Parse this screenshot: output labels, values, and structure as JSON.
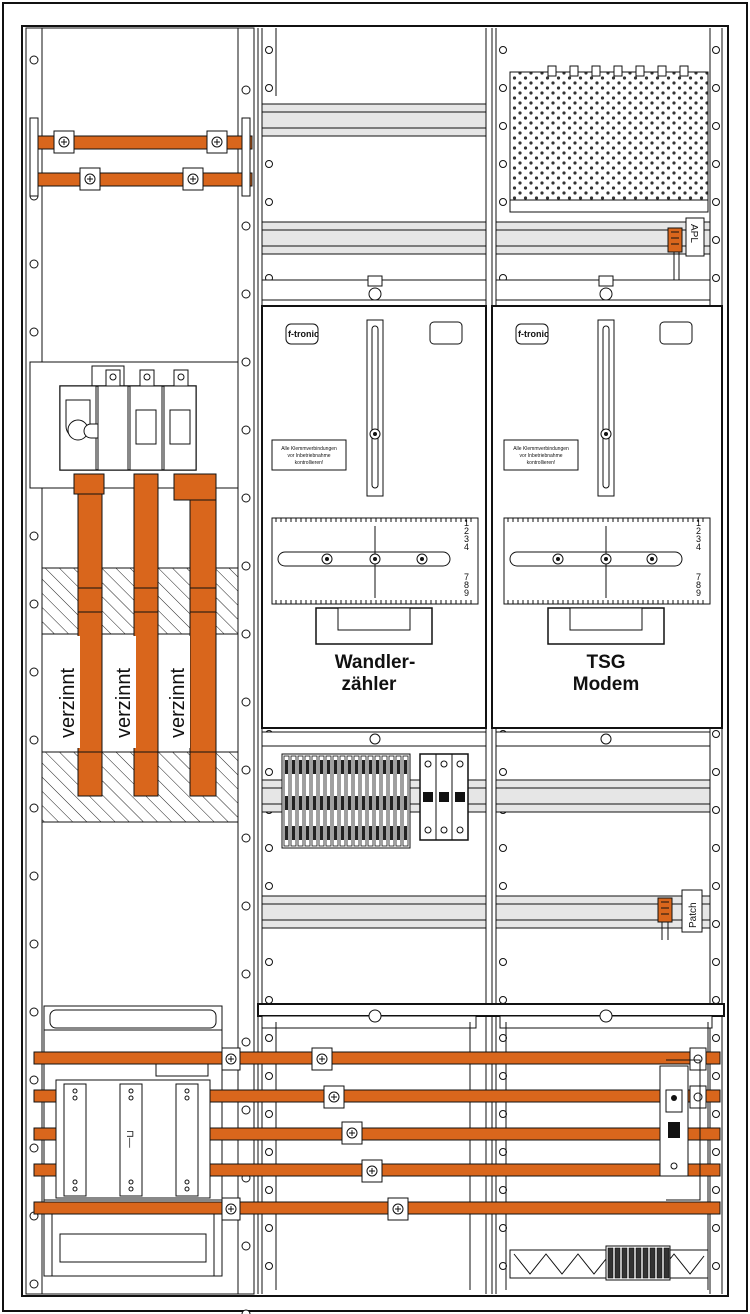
{
  "colors": {
    "copper": "#d9661c",
    "line": "#111111",
    "panel": "#ffffff",
    "rail": "#e6e6e6"
  },
  "labels": {
    "meter_left": [
      "Wandler-",
      "zähler"
    ],
    "meter_right": [
      "TSG",
      "Modem"
    ],
    "tinned": "verzinnt",
    "brand": "f-tronic",
    "notice": [
      "Alle Klemmverbindungen",
      "vor Inbetriebnahme",
      "kontrollieren!"
    ],
    "apl": "APL",
    "patch": "Patch",
    "terminal_numbers_top": [
      "1",
      "2",
      "3",
      "4"
    ],
    "terminal_numbers_bottom": [
      "7",
      "8",
      "9"
    ],
    "fuse_mark": "⊓—"
  },
  "icons": {
    "clamp": "bolt-clamp-icon",
    "breaker": "circuit-breaker-icon",
    "plug": "patch-plug-icon"
  }
}
